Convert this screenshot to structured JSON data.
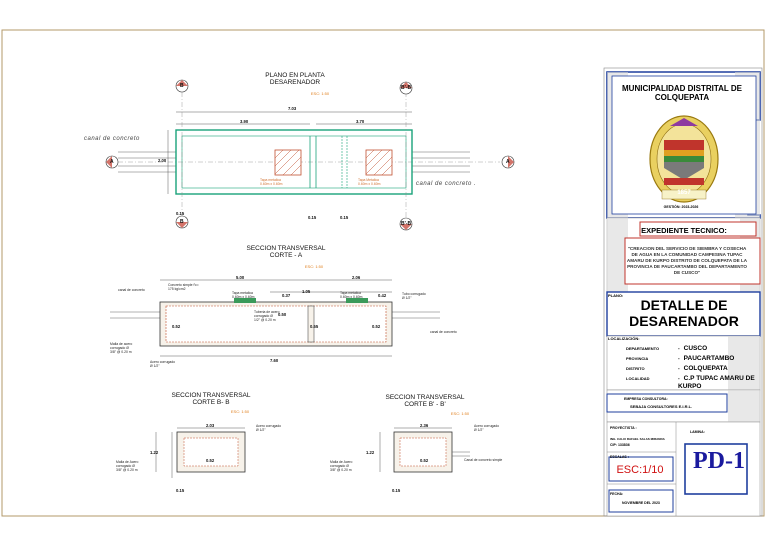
{
  "title_block": {
    "municipality": "MUNICIPALIDAD DISTRITAL DE COLQUEPATA",
    "seal_year": "1857",
    "gestion": "GESTIÓN: 2023-2026",
    "expediente_title": "EXPEDIENTE TECNICO:",
    "expediente_desc": "\"CREACION DEL SERVICIO DE SIEMBRA Y COSECHA DE AGUA EN LA COMUNIDAD CAMPESINA TUPAC AMARU DE KURPO DISTRITO DE COLQUEPATA DE LA PROVINCIA DE PAUCARTAMBO DEL DEPARTAMENTO DE CUSCO\"",
    "plano_label": "PLANO:",
    "plano_title": "DETALLE DE DESARENADOR",
    "localizacion_label": "LOCALIZACIÓN:",
    "localizacion": [
      {
        "key": "DEPARTAMENTO",
        "value": "CUSCO"
      },
      {
        "key": "PROVINCIA",
        "value": "PAUCARTAMBO"
      },
      {
        "key": "DISTRITO",
        "value": "COLQUEPATA"
      },
      {
        "key": "LOCALIDAD",
        "value": "C.P TUPAC AMARU DE KURPO"
      }
    ],
    "empresa_label": "EMPRESA CONSULTORA:",
    "empresa": "SEBAJA CONSULTORES E.I.R.L.",
    "proyectista_label": "PROYECTISTA :",
    "proyectista": "ING. CALIX RAFAEL SALAS MIRANDA",
    "cip": "CIP: 133836",
    "lamina_label": "LAMINA:",
    "escala_label": "ESCALAS :",
    "escala": "ESC:1/10",
    "lamina": "PD-1",
    "fecha_label": "FECHA:",
    "fecha": "NOVIEMBRE DEL 2023"
  },
  "plan_view": {
    "title": "PLANO EN PLANTA\nDESARENADOR",
    "scale": "ESC: 1:50",
    "dims": {
      "total": "7.03",
      "left": "3.90",
      "right": "3.70",
      "height": "2.00",
      "b1": "0.15",
      "b2": "0.15",
      "b3": "0.15"
    },
    "canal_left": "canal de concreto",
    "canal_right": "canal de concreto .",
    "tapa1": "Tapa metalica\n0.60m x 0.60m",
    "tapa2": "Tapa Metalica\n0.60m x 0.60m",
    "markers": {
      "a": "A",
      "b": "B",
      "bb": "B'-B"
    }
  },
  "section_a": {
    "title": "SECCION TRANSVERSAL\nCORTE - A",
    "scale": "ESC: 1:50",
    "dims": {
      "left": "5.00",
      "right": "2.06",
      "total": "7.60",
      "d1": "0.52",
      "d2": "0.52",
      "d3": "0.50",
      "d4": "0.55",
      "t1": "1.05",
      "t2": "0.42",
      "t3": "0.37"
    },
    "notes": {
      "concreto": "Concreto simple f'c=\n175 kg/cm2",
      "tapa1": "Tapa metalica\n0.60m x 0.60m",
      "tapa2": "Tapa metalica\n0.60m x 0.60m",
      "tubo": "Tubo corrugado\nØ 1/2\"",
      "canal": "canal de concreto",
      "malla": "Malla de acero\ncorrugado Ø\n3/8\" @ 0.20 m",
      "acero": "Acero corrugado\nØ 1/2\"",
      "tub_pvc": "Tuberia de acero\ncorrugado Ø\n1/2\" @ 0.20 m",
      "canal_b": "canal de concreto"
    }
  },
  "section_b": {
    "title": "SECCION TRANSVERSAL\nCORTE B- B",
    "scale": "ESC: 1:50",
    "dims": {
      "w": "2.03",
      "h": "1.22",
      "in": "0.52",
      "b": "0.15"
    },
    "note1": "Acero corrugado\nØ 1/2\"",
    "note2": "Malla de Acero\ncorrugado Ø\n3/8\" @ 0.20 m"
  },
  "section_bb": {
    "title": "SECCION TRANSVERSAL\nCORTE B' - B'",
    "scale": "ESC: 1:50",
    "dims": {
      "w": "2.36",
      "h": "1.22",
      "in": "0.52",
      "b": "0.15"
    },
    "note1": "Acero corrugado\nØ 1/2\"",
    "note2": "Malla de Acero\ncorrugado Ø\n3/8\" @ 0.20 m",
    "note3": "Canal de concreto simple"
  }
}
